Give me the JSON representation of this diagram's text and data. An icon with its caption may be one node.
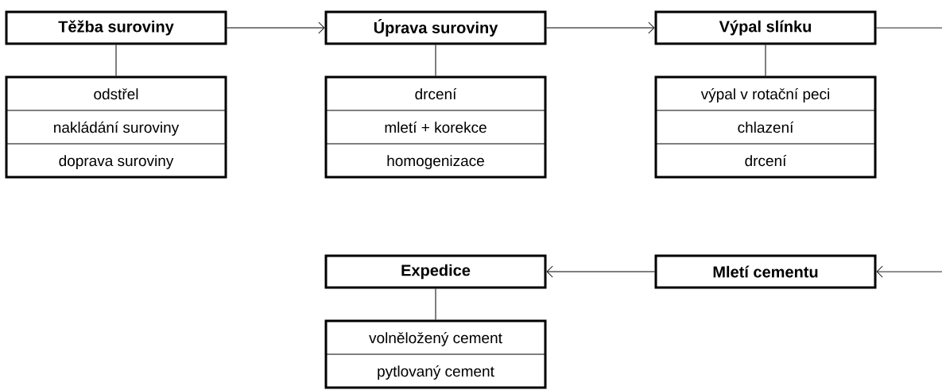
{
  "diagram": {
    "nodes": [
      {
        "text": [
          "Těžba suroviny"
        ]
      },
      {
        "text": [
          "Úprava suroviny"
        ]
      },
      {
        "text": [
          "Výpal slínku"
        ]
      },
      {
        "text": [
          "odstřel",
          "nakládání suroviny",
          "doprava suroviny"
        ]
      },
      {
        "text": [
          "drcení",
          "mletí + korekce",
          "homogenizace"
        ]
      },
      {
        "text": [
          "výpal v rotační peci",
          "chlazení",
          "drcení"
        ]
      },
      {
        "text": [
          "Expedice"
        ]
      },
      {
        "text": [
          "Mletí cementu"
        ]
      },
      {
        "text": [
          "volněložený cement",
          "pytlovaný cement"
        ]
      }
    ],
    "edges": [
      {
        "from": 0,
        "to": 1,
        "arrow": "to"
      },
      {
        "from": 1,
        "to": 2,
        "arrow": "to"
      },
      {
        "from": 2,
        "to": null,
        "arrow": "none"
      },
      {
        "from": 0,
        "to": 3,
        "arrow": "none"
      },
      {
        "from": 1,
        "to": 4,
        "arrow": "none"
      },
      {
        "from": 2,
        "to": 5,
        "arrow": "none"
      },
      {
        "from": null,
        "to": 7,
        "arrow": "to"
      },
      {
        "from": 7,
        "to": 6,
        "arrow": "to"
      },
      {
        "from": 6,
        "to": 8,
        "arrow": "none"
      }
    ]
  }
}
